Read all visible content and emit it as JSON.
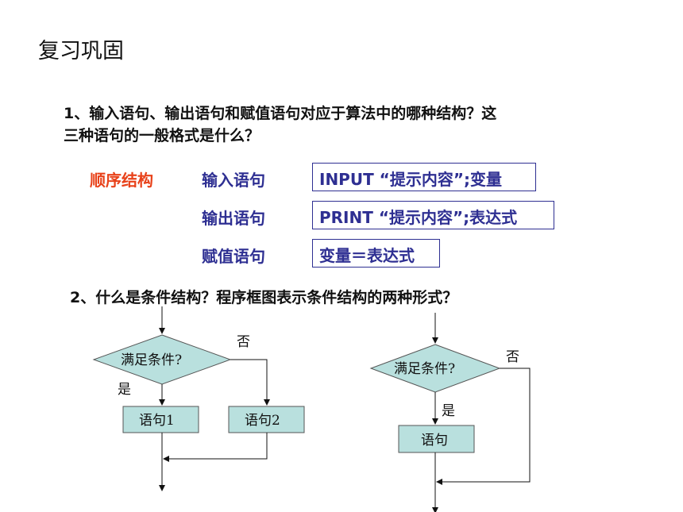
{
  "title": "复习巩固",
  "question1": {
    "line1": "1、输入语句、输出语句和赋值语句对应于算法中的哪种结构？这",
    "line2": "三种语句的一般格式是什么？"
  },
  "structure_label": "顺序结构",
  "statements": [
    {
      "name": "输入语句",
      "format": "INPUT  “提示内容”;变量"
    },
    {
      "name": "输出语句",
      "format": "PRINT  “提示内容”;表达式"
    },
    {
      "name": "赋值语句",
      "format": "变量＝表达式"
    }
  ],
  "question2": "2、什么是条件结构？程序框图表示条件结构的两种形式？",
  "flowchart_left": {
    "decision": "满足条件?",
    "yes": "是",
    "no": "否",
    "stmt1": "语句1",
    "stmt2": "语句2"
  },
  "flowchart_right": {
    "decision": "满足条件?",
    "yes": "是",
    "no": "否",
    "stmt": "语句"
  },
  "colors": {
    "accent_red": "#e8421a",
    "accent_blue": "#2e2f92",
    "flow_fill": "#b9e0de",
    "flow_stroke": "#555555"
  }
}
